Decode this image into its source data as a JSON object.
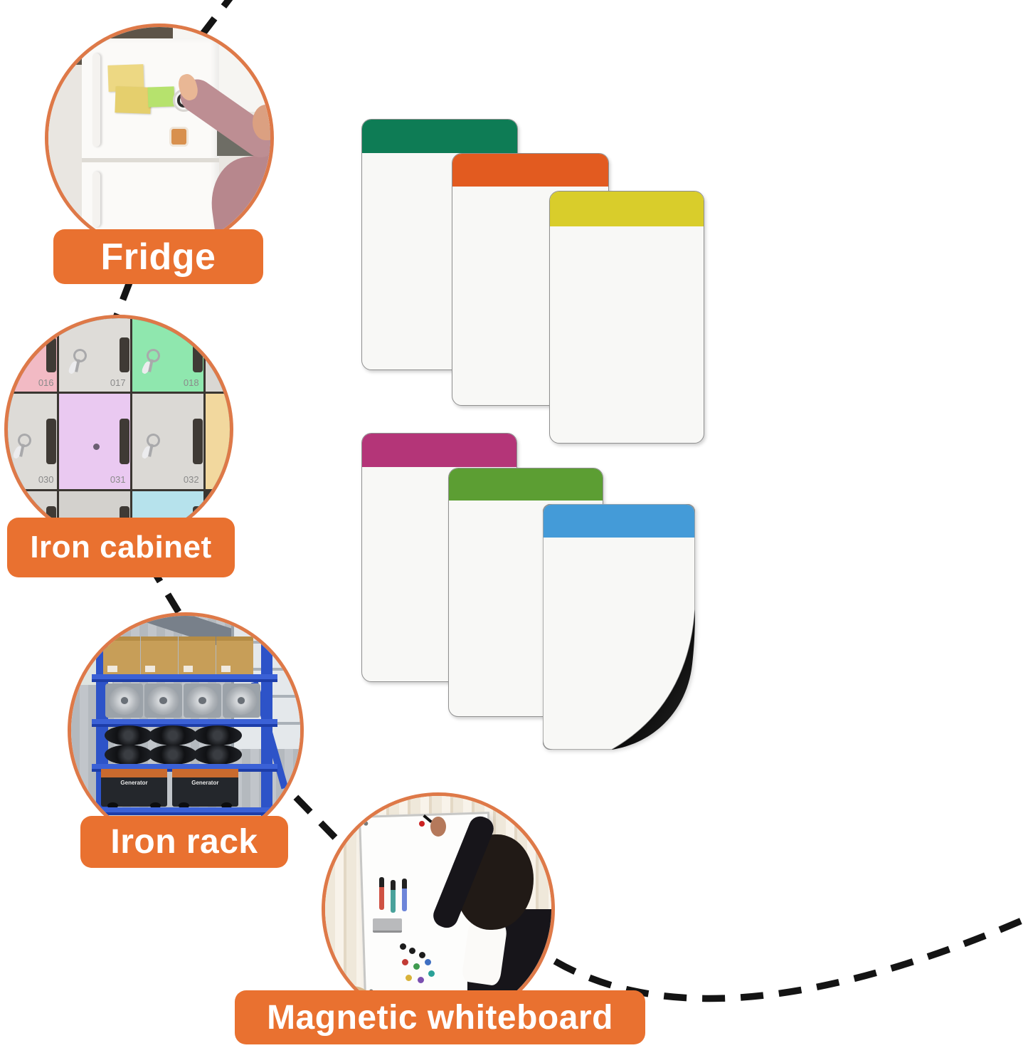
{
  "badges": {
    "color": "#e97130",
    "ring_color": "#de7948",
    "fridge": "Fridge",
    "iron_cabinet": "Iron cabinet",
    "iron_rack": "Iron rack",
    "magnetic_whiteboard": "Magnetic whiteboard"
  },
  "notes": {
    "body_color": "#f8f8f6",
    "back_color": "#111111",
    "row1": [
      {
        "name": "teal-green",
        "color": "#0e7c55"
      },
      {
        "name": "orange",
        "color": "#e25b20"
      },
      {
        "name": "yellow",
        "color": "#d9cd2b"
      }
    ],
    "row2": [
      {
        "name": "magenta",
        "color": "#b43578"
      },
      {
        "name": "green",
        "color": "#5c9e33"
      },
      {
        "name": "blue",
        "color": "#449bd8"
      }
    ]
  },
  "lockers": {
    "rows": [
      {
        "doors": [
          {
            "color": "#f2bac4",
            "num": "016"
          },
          {
            "color": "#dedcd8",
            "num": "017"
          },
          {
            "color": "#8fe7ae",
            "num": "018"
          },
          {
            "color": "#d9d7d3"
          }
        ]
      },
      {
        "doors": [
          {
            "color": "#dddbd7",
            "num": "030"
          },
          {
            "color": "#eac9f1",
            "num": "031"
          },
          {
            "color": "#dbd9d5",
            "num": "032"
          },
          {
            "color": "#f2d89e"
          }
        ]
      },
      {
        "doors": [
          {
            "color": "#d7d5d1"
          },
          {
            "color": "#d3d1cd"
          },
          {
            "color": "#b6e2ec"
          }
        ]
      }
    ]
  },
  "rack": {
    "generator_label": "Generator"
  },
  "dash_color": "#141414"
}
